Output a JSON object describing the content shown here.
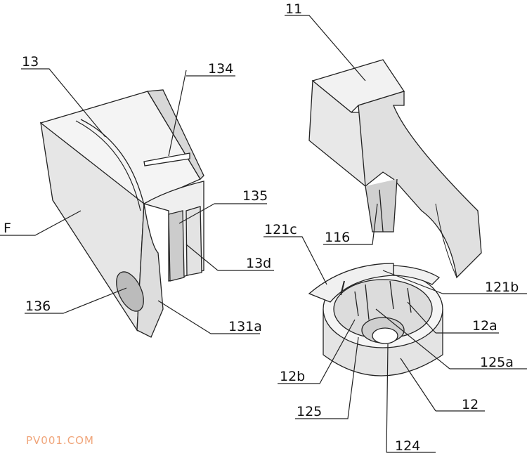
{
  "figure": {
    "labels": {
      "l11": "11",
      "l13": "13",
      "l134": "134",
      "l135": "135",
      "lF": "F",
      "l116": "116",
      "l121c": "121c",
      "l13d": "13d",
      "l121b": "121b",
      "l136": "136",
      "l131a": "131a",
      "l12a": "12a",
      "l12b": "12b",
      "l125a": "125a",
      "l12": "12",
      "l125": "125",
      "l124": "124"
    },
    "watermark": "PV001.COM"
  }
}
